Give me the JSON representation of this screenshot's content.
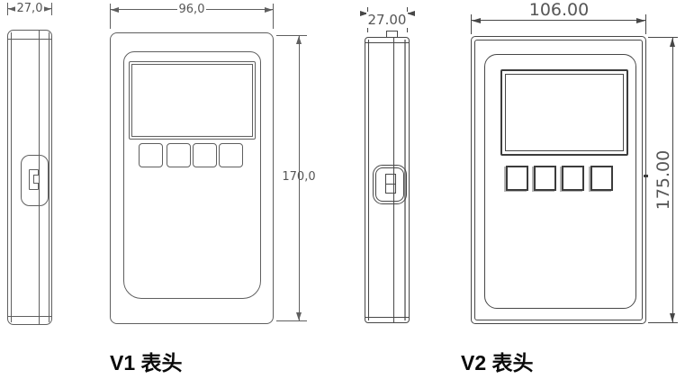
{
  "v1": {
    "caption": "V1 表头",
    "side": {
      "width_dim": "27,0"
    },
    "front": {
      "width_dim": "96,0",
      "height_dim": "170,0",
      "screen": "lcd-display",
      "button_count": 4
    }
  },
  "v2": {
    "caption": "V2 表头",
    "side": {
      "width_dim": "27.00"
    },
    "front": {
      "width_dim": "106.00",
      "height_dim": "175.00",
      "screen": "lcd-display",
      "button_count": 4
    }
  },
  "colors": {
    "line_v1": "#5f5f5f",
    "line_v2": "#474747",
    "dim_text": "#565656",
    "caption_text": "#0a0a0a",
    "background": "#ffffff"
  }
}
